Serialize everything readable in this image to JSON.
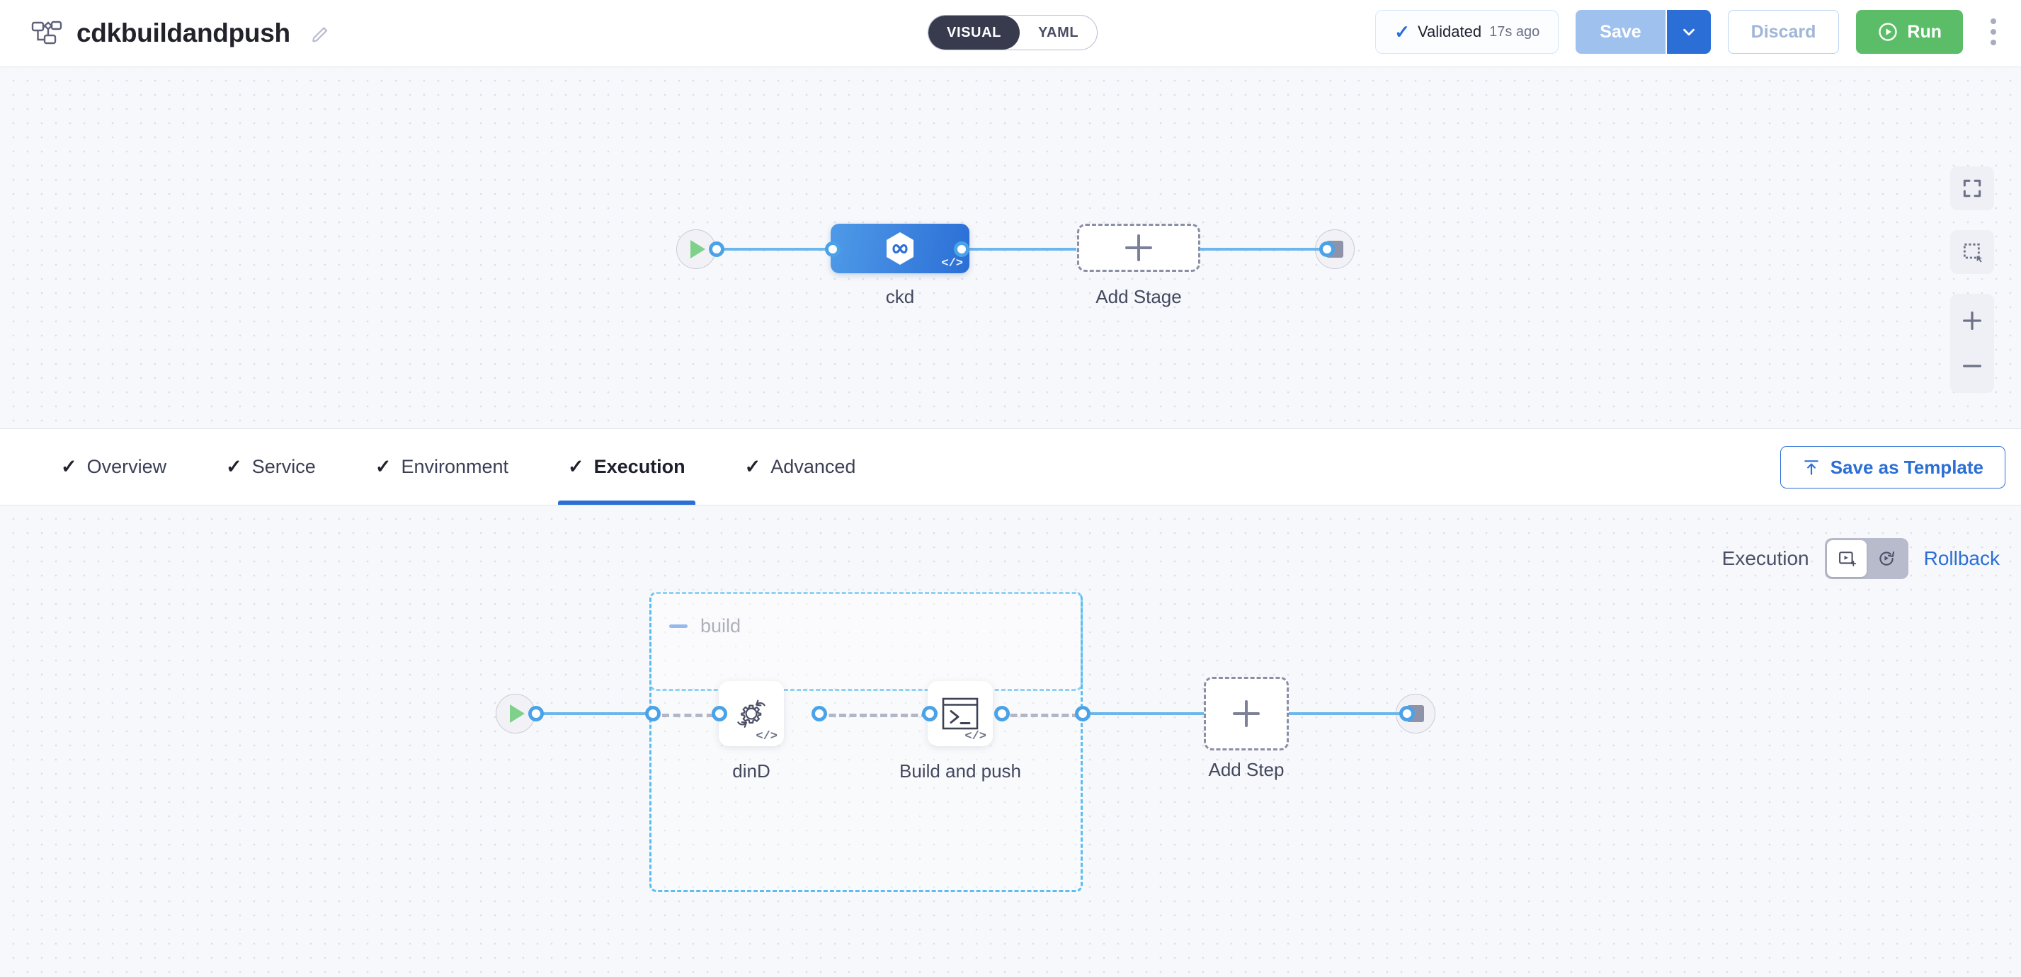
{
  "header": {
    "pipeline_icon": "pipeline-flow-icon",
    "title": "cdkbuildandpush",
    "edit_icon": "pencil-icon",
    "mode_toggle": {
      "options": [
        "VISUAL",
        "YAML"
      ],
      "selected": "VISUAL"
    },
    "validated": {
      "check_icon": "check-icon",
      "label": "Validated",
      "time_ago": "17s ago"
    },
    "save_label": "Save",
    "save_caret_icon": "chevron-down-icon",
    "discard_label": "Discard",
    "run_label": "Run",
    "run_icon": "play-circle-icon",
    "more_icon": "kebab-menu-icon"
  },
  "pipeline_canvas": {
    "start_node": "start-node",
    "end_node": "end-node",
    "stages": [
      {
        "name": "ckd",
        "icon": "hexagon-infinity-icon",
        "badge": "</>"
      }
    ],
    "add_stage_label": "Add Stage",
    "add_stage_icon": "plus-icon",
    "controls": [
      {
        "name": "fit-to-screen-icon"
      },
      {
        "name": "selection-box-icon"
      },
      {
        "name": "zoom-in-icon"
      },
      {
        "name": "zoom-out-icon"
      }
    ]
  },
  "tabbar": {
    "tabs": [
      {
        "label": "Overview",
        "check": "✓",
        "active": false
      },
      {
        "label": "Service",
        "check": "✓",
        "active": false
      },
      {
        "label": "Environment",
        "check": "✓",
        "active": false
      },
      {
        "label": "Execution",
        "check": "✓",
        "active": true
      },
      {
        "label": "Advanced",
        "check": "✓",
        "active": false
      }
    ],
    "save_as_template_label": "Save as Template",
    "save_as_template_icon": "upload-template-icon"
  },
  "execution_panel": {
    "execution_label": "Execution",
    "rollback_label": "Rollback",
    "execution_icon": "execution-strategy-icon",
    "rollback_icon": "rollback-strategy-icon",
    "selected": "Execution",
    "group": {
      "label": "build",
      "collapse_icon": "minus-icon"
    },
    "steps": [
      {
        "name": "dinD",
        "icon": "gear-refresh-icon",
        "badge": "</>"
      },
      {
        "name": "Build and push",
        "icon": "terminal-icon",
        "badge": "</>"
      }
    ],
    "add_step_label": "Add Step",
    "add_step_icon": "plus-icon",
    "start_node": "start-node",
    "end_node": "end-node"
  },
  "colors": {
    "accent_blue": "#2b6fd6",
    "edge_blue": "#6cb6ec",
    "group_border": "#5cbdf0",
    "run_green": "#5cbd69",
    "canvas_bg": "#f7f8fb"
  }
}
